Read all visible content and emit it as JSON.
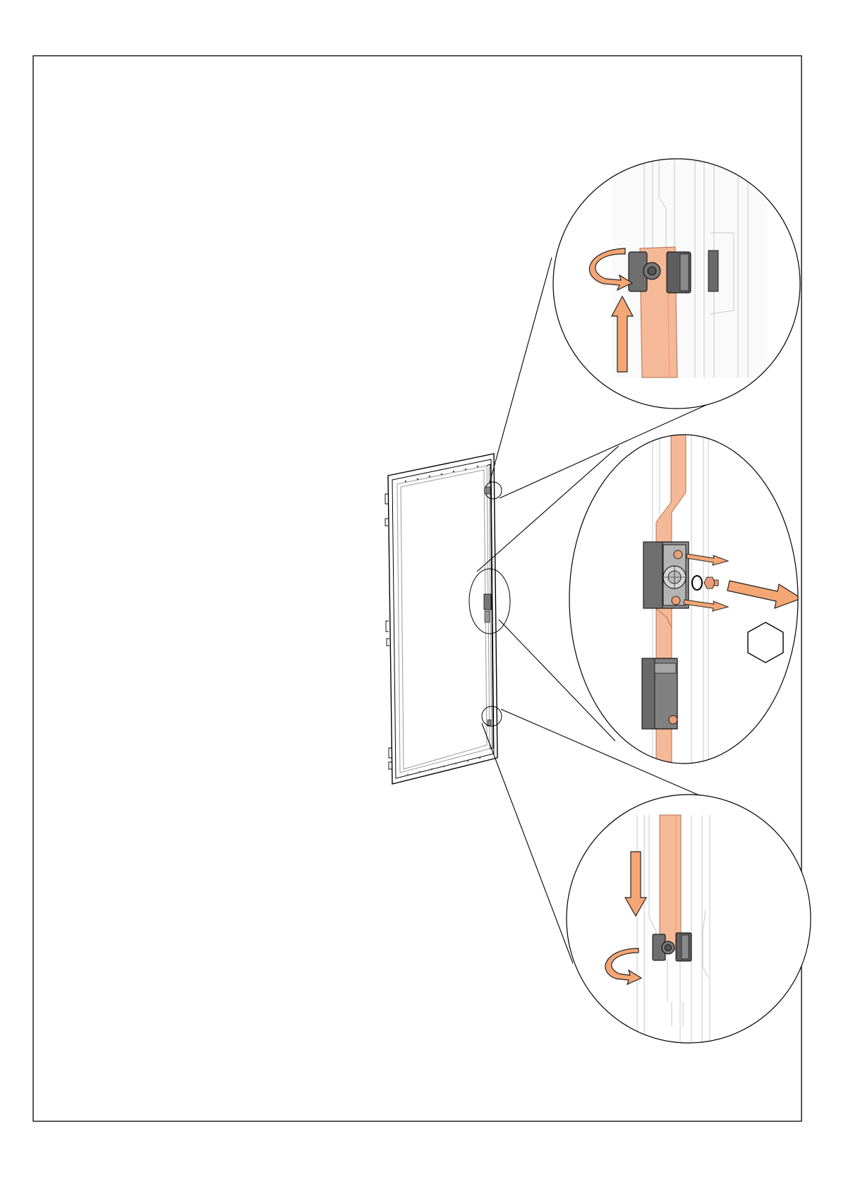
{
  "document": {
    "type": "assembly-instruction-sheet",
    "text": []
  },
  "colors": {
    "frame": "#000000",
    "accent": "#f4a674",
    "accent_stroke": "#222222",
    "rod": "#f6b998",
    "rod_dark": "#e89a6e",
    "hardware": "#7a7a7a",
    "hardware_dark": "#4a4a4a",
    "line_light": "#c8c8c8",
    "line_mid": "#9a9a9a"
  },
  "views": {
    "overview": {
      "subject": "door-panel"
    },
    "detail_top": {
      "subject": "upper-rod-guide",
      "arrows": [
        "rotate-arrow",
        "up-arrow"
      ]
    },
    "detail_middle": {
      "subject": "lock-housing",
      "arrows": [
        "remove-screw-arrow",
        "remove-screw-arrow",
        "remove-arrow"
      ],
      "tool": "hex-key-icon"
    },
    "detail_bottom": {
      "subject": "lower-rod-guide",
      "arrows": [
        "down-arrow",
        "rotate-arrow"
      ]
    }
  }
}
